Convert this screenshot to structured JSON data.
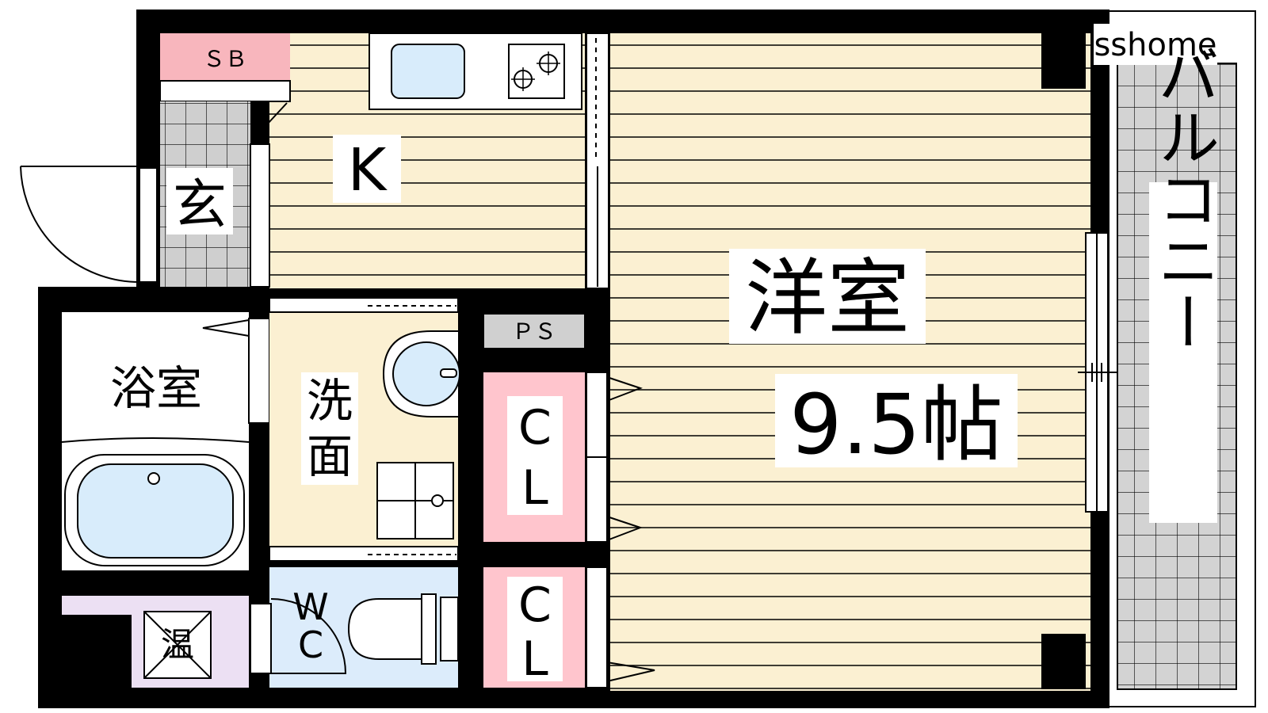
{
  "watermark": "sshome",
  "rooms": {
    "western_room": {
      "name": "洋室",
      "size": "9.5帖"
    },
    "kitchen": {
      "label": "K"
    },
    "entrance": {
      "label": "玄"
    },
    "balcony": {
      "label": "バルコニー"
    },
    "bathroom": {
      "label": "浴室"
    },
    "washroom": {
      "label_top": "洗",
      "label_bottom": "面"
    },
    "toilet": {
      "label_top": "W",
      "label_bottom": "C"
    },
    "water_heater": {
      "label": "温"
    },
    "shoe_box": {
      "label": "ＳＢ"
    },
    "pipe_space": {
      "label": "ＰＳ"
    },
    "closet_1": {
      "label_top": "C",
      "label_bottom": "L"
    },
    "closet_2": {
      "label_top": "C",
      "label_bottom": "L"
    }
  },
  "colors": {
    "floor": "#fbf0d2",
    "wall": "#000000",
    "closet": "#ffc5cd",
    "shoe_box": "#f8b6bd",
    "fixture_blue": "#d8ecfb",
    "toilet_floor": "#dcecfb",
    "utility_purple": "#ece0f3",
    "tile_gray": "#cfcfcf",
    "pipe_space": "#d0d0d0"
  }
}
